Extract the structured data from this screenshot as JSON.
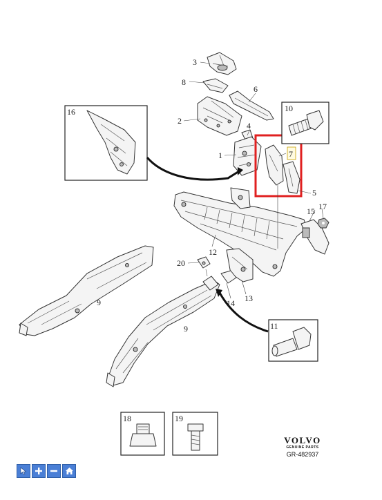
{
  "callouts": [
    "1",
    "2",
    "3",
    "4",
    "5",
    "6",
    "7",
    "8",
    "9",
    "9",
    "10",
    "11",
    "12",
    "13",
    "14",
    "15",
    "16",
    "17",
    "18",
    "19",
    "20"
  ],
  "brand": {
    "logo": "VOLVO",
    "subtitle": "GENUINE PARTS",
    "code": "GR-482937"
  },
  "highlight": {
    "color": "#e02020",
    "part": "7"
  },
  "toolbar": {
    "buttons": [
      {
        "icon": "pointer-icon"
      },
      {
        "icon": "plus-icon"
      },
      {
        "icon": "minus-icon"
      },
      {
        "icon": "home-icon"
      }
    ],
    "color": "#4a7fd6"
  }
}
